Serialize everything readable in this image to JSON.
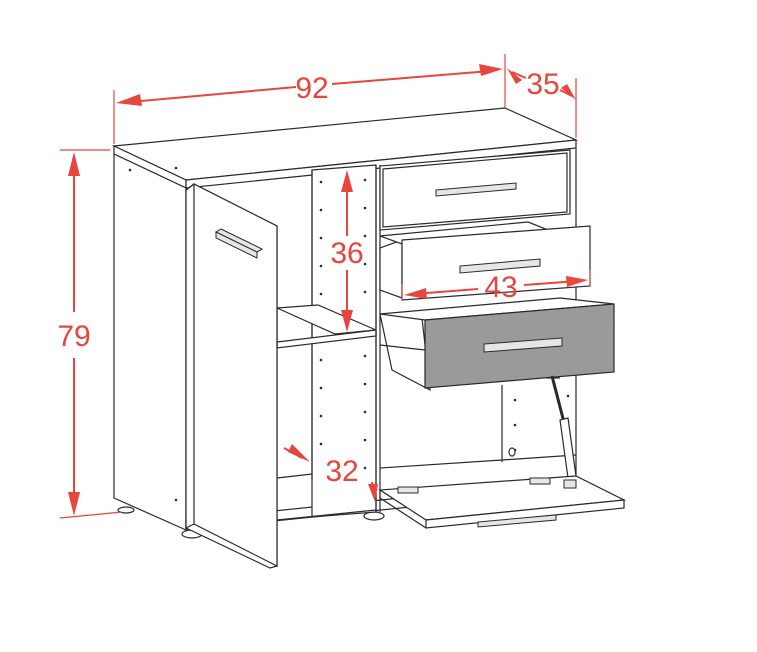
{
  "dimensions": {
    "width": "92",
    "depth": "35",
    "height": "79",
    "compartment_height": "36",
    "drawer_width": "43",
    "inner_depth": "32"
  },
  "colors": {
    "dimension": "#e8453c",
    "outline": "#2a2a2a",
    "drawer_front": "#9a9a9a"
  }
}
